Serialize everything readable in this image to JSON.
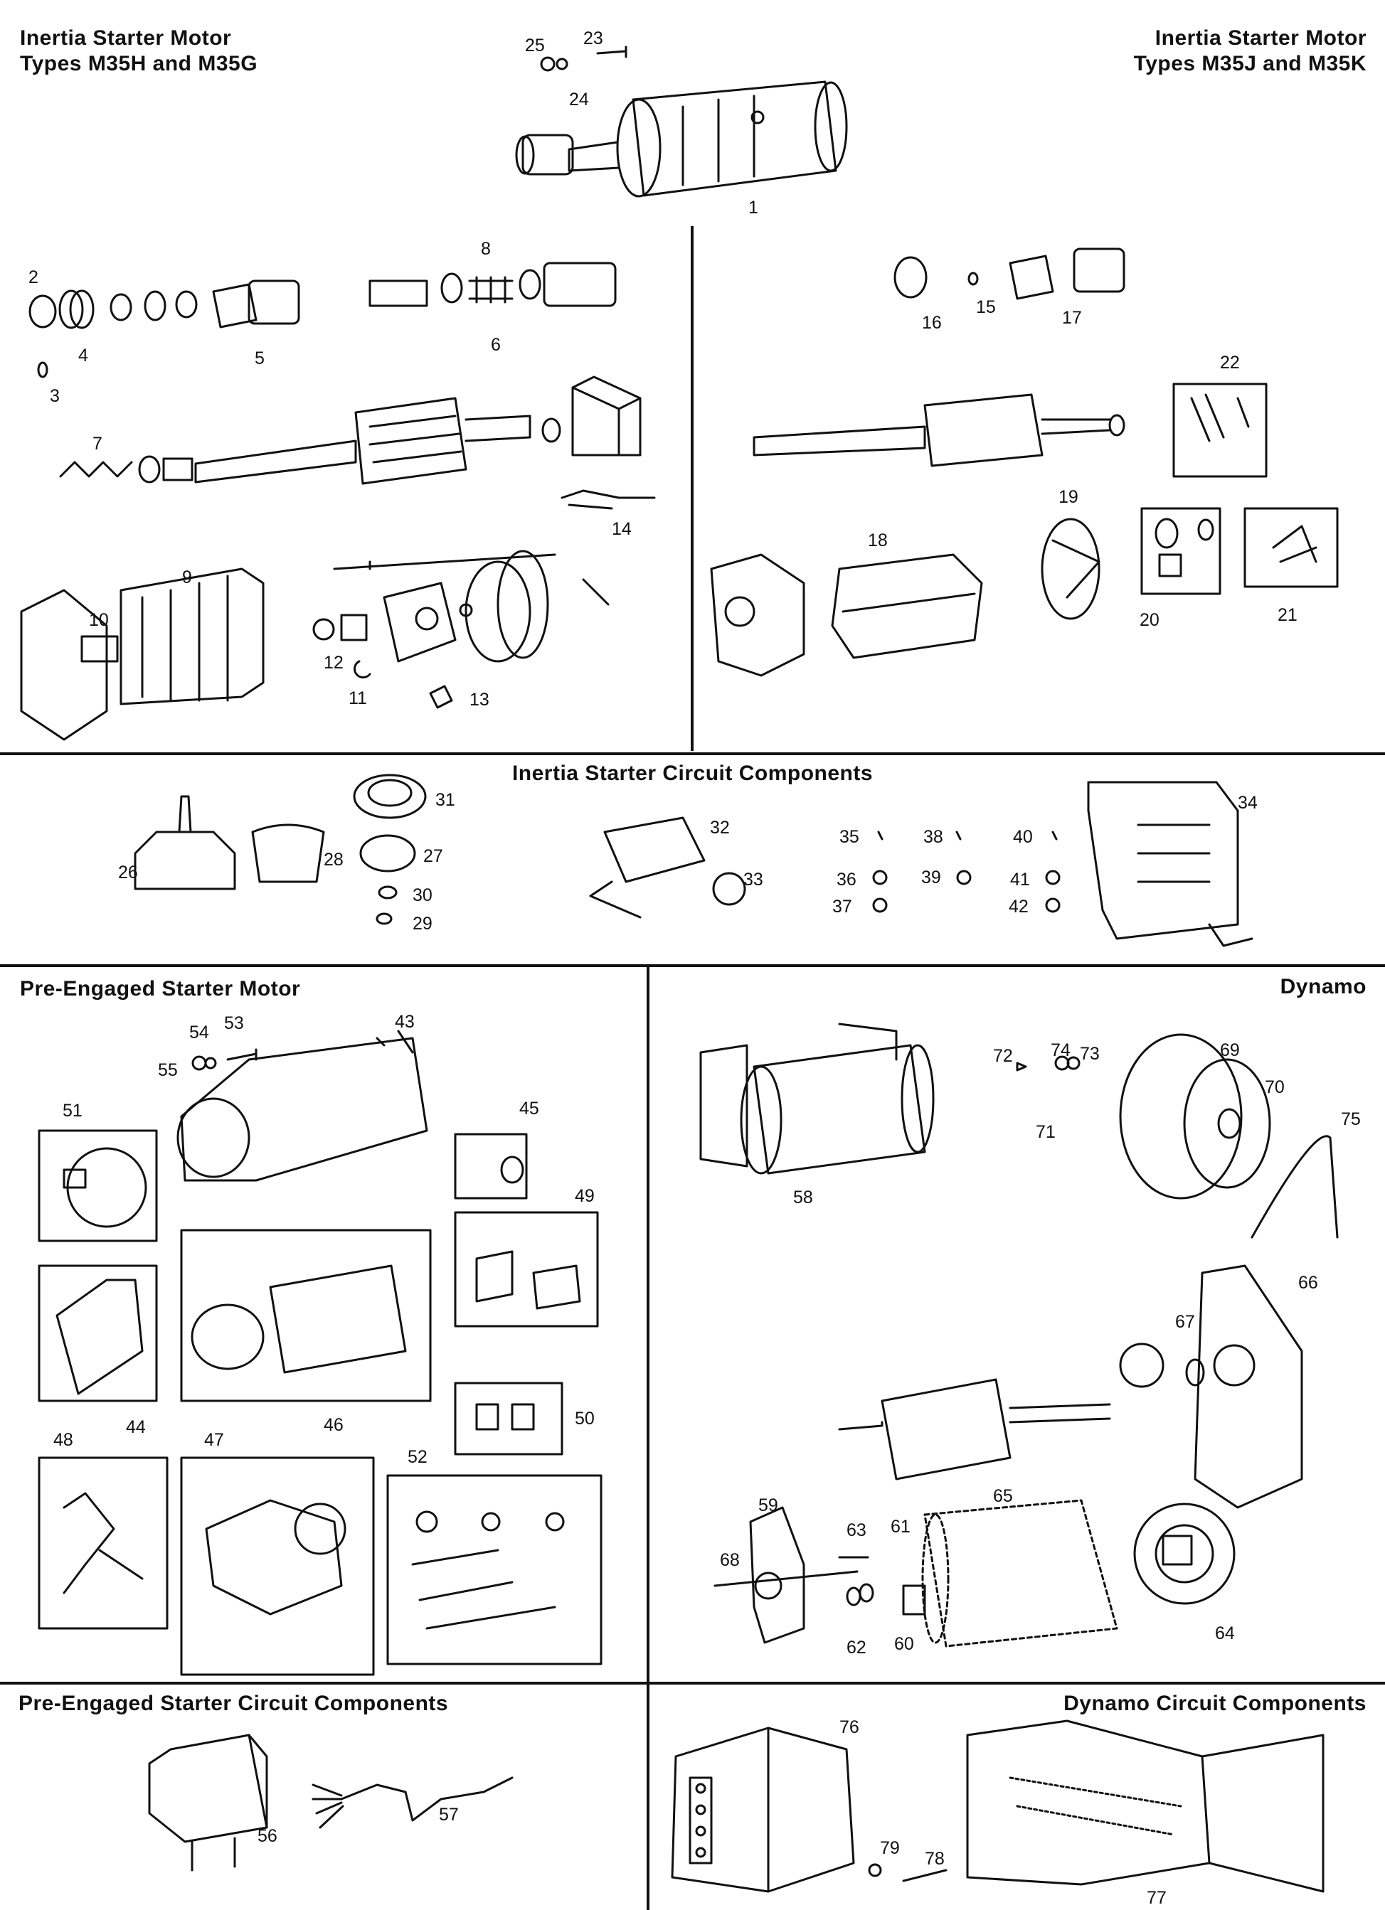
{
  "sections": {
    "inertia_g": {
      "line1": "Inertia Starter Motor",
      "line2": "Types M35H and M35G"
    },
    "inertia_k": {
      "line1": "Inertia Starter Motor",
      "line2": "Types M35J and M35K"
    },
    "inertia_circuit": {
      "title": "Inertia Starter Circuit Components"
    },
    "pre_engaged": {
      "title": "Pre-Engaged Starter Motor"
    },
    "dynamo": {
      "title": "Dynamo"
    },
    "pre_engaged_circuit": {
      "title": "Pre-Engaged Starter Circuit Components"
    },
    "dynamo_circuit": {
      "title": "Dynamo Circuit Components"
    }
  },
  "callouts": [
    {
      "n": "1"
    },
    {
      "n": "2"
    },
    {
      "n": "3"
    },
    {
      "n": "4"
    },
    {
      "n": "5"
    },
    {
      "n": "6"
    },
    {
      "n": "7"
    },
    {
      "n": "8"
    },
    {
      "n": "9"
    },
    {
      "n": "10"
    },
    {
      "n": "11"
    },
    {
      "n": "12"
    },
    {
      "n": "13"
    },
    {
      "n": "14"
    },
    {
      "n": "15"
    },
    {
      "n": "16"
    },
    {
      "n": "17"
    },
    {
      "n": "18"
    },
    {
      "n": "19"
    },
    {
      "n": "20"
    },
    {
      "n": "21"
    },
    {
      "n": "22"
    },
    {
      "n": "23"
    },
    {
      "n": "24"
    },
    {
      "n": "25"
    },
    {
      "n": "26"
    },
    {
      "n": "27"
    },
    {
      "n": "28"
    },
    {
      "n": "29"
    },
    {
      "n": "30"
    },
    {
      "n": "31"
    },
    {
      "n": "32"
    },
    {
      "n": "33"
    },
    {
      "n": "34"
    },
    {
      "n": "35"
    },
    {
      "n": "36"
    },
    {
      "n": "37"
    },
    {
      "n": "38"
    },
    {
      "n": "39"
    },
    {
      "n": "40"
    },
    {
      "n": "41"
    },
    {
      "n": "42"
    },
    {
      "n": "43"
    },
    {
      "n": "44"
    },
    {
      "n": "45"
    },
    {
      "n": "46"
    },
    {
      "n": "47"
    },
    {
      "n": "48"
    },
    {
      "n": "49"
    },
    {
      "n": "50"
    },
    {
      "n": "51"
    },
    {
      "n": "52"
    },
    {
      "n": "53"
    },
    {
      "n": "54"
    },
    {
      "n": "55"
    },
    {
      "n": "56"
    },
    {
      "n": "57"
    },
    {
      "n": "58"
    },
    {
      "n": "59"
    },
    {
      "n": "60"
    },
    {
      "n": "61"
    },
    {
      "n": "62"
    },
    {
      "n": "63"
    },
    {
      "n": "64"
    },
    {
      "n": "65"
    },
    {
      "n": "66"
    },
    {
      "n": "67"
    },
    {
      "n": "68"
    },
    {
      "n": "69"
    },
    {
      "n": "70"
    },
    {
      "n": "71"
    },
    {
      "n": "72"
    },
    {
      "n": "73"
    },
    {
      "n": "74"
    },
    {
      "n": "75"
    },
    {
      "n": "76"
    },
    {
      "n": "77"
    },
    {
      "n": "78"
    },
    {
      "n": "79"
    }
  ],
  "colors": {
    "ink": "#111111",
    "paper": "#ffffff"
  }
}
